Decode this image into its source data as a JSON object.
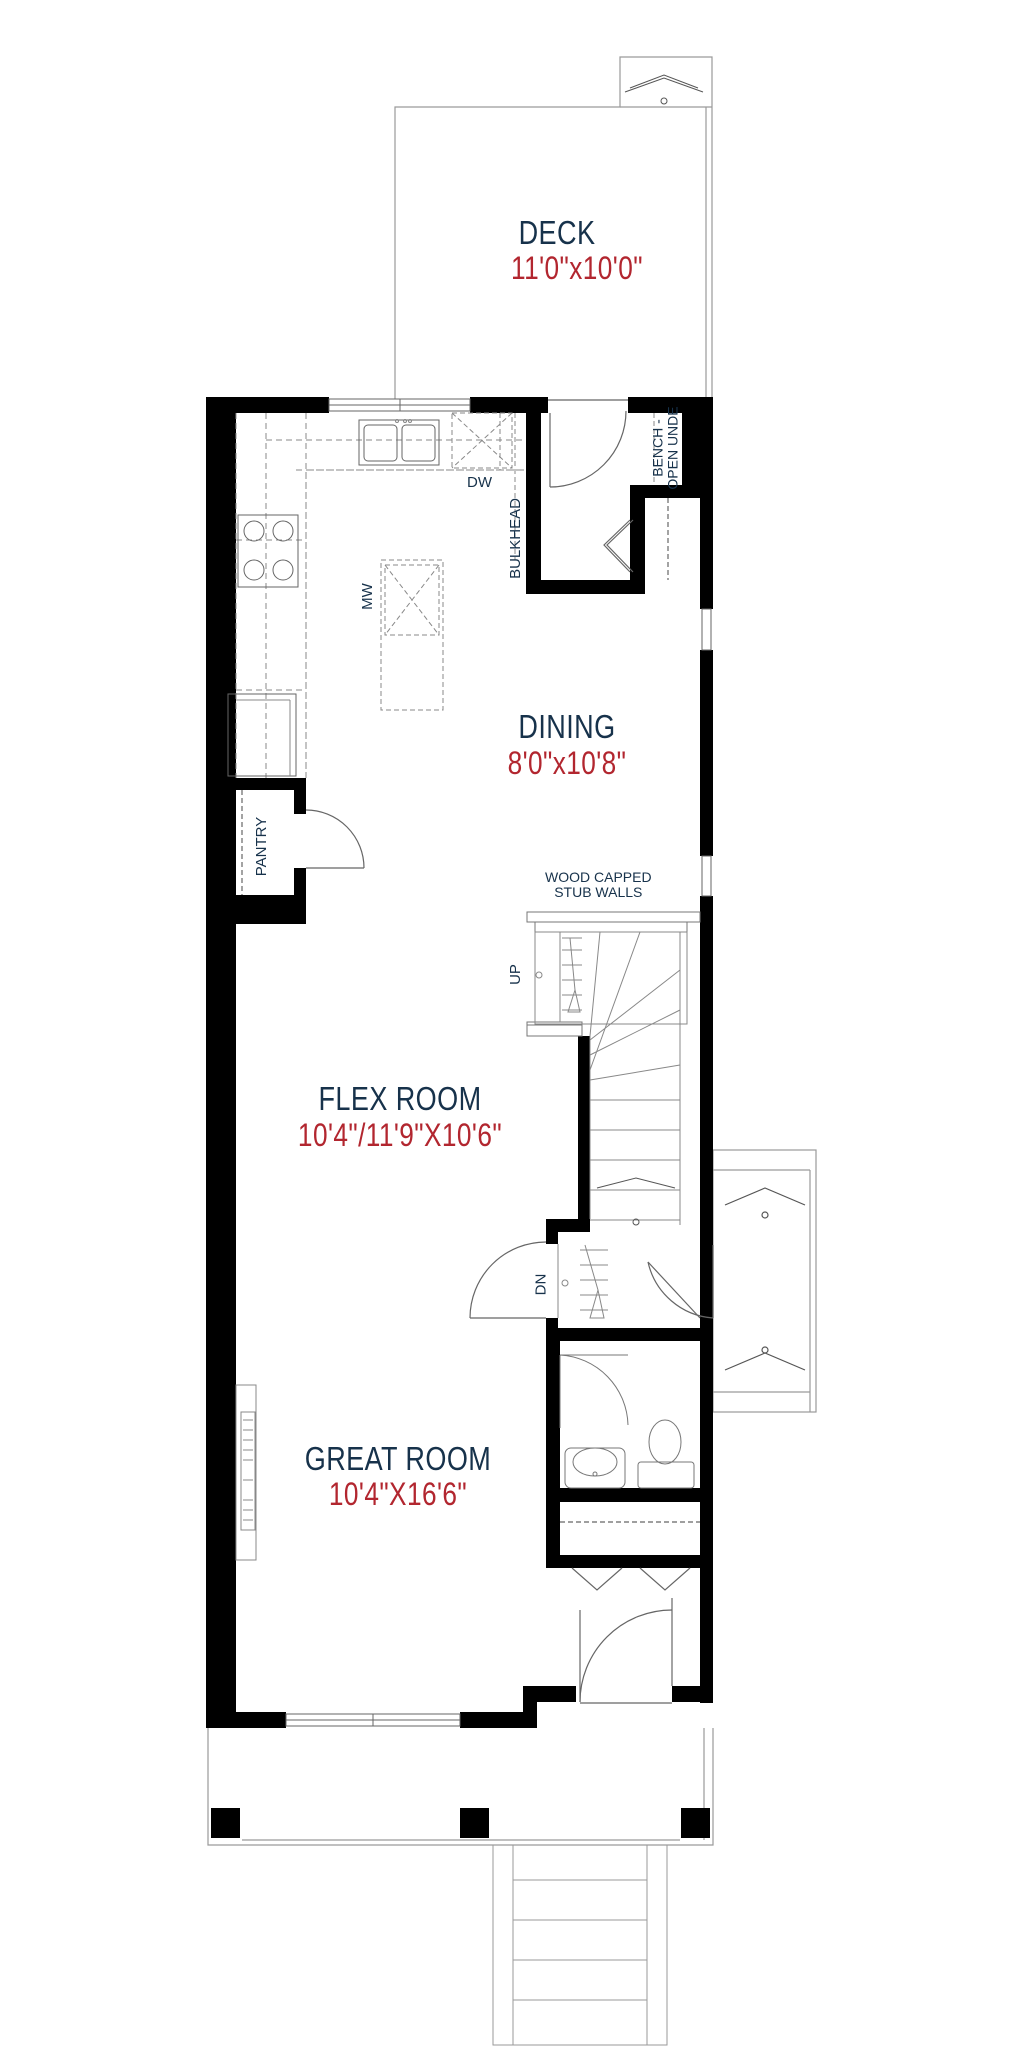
{
  "rooms": {
    "deck": {
      "name": "DECK",
      "dims": "11'0\"x10'0\""
    },
    "dining": {
      "name": "DINING",
      "dims": "8'0\"x10'8\""
    },
    "flex": {
      "name": "FLEX ROOM",
      "dims": "10'4\"/11'9\"X10'6\""
    },
    "great": {
      "name": "GREAT ROOM",
      "dims": "10'4\"X16'6\""
    }
  },
  "labels": {
    "dw": "DW",
    "mw": "MW",
    "bulkhead": "BULKHEAD",
    "bench_line1": "BENCH -",
    "bench_line2": "OPEN UNDE",
    "pantry": "PANTRY",
    "stub_line1": "WOOD CAPPED",
    "stub_line2": "STUB WALLS",
    "up": "UP",
    "dn": "DN"
  },
  "colors": {
    "room_name": "#17324b",
    "room_dims": "#b2262f",
    "walls": "#000000"
  }
}
